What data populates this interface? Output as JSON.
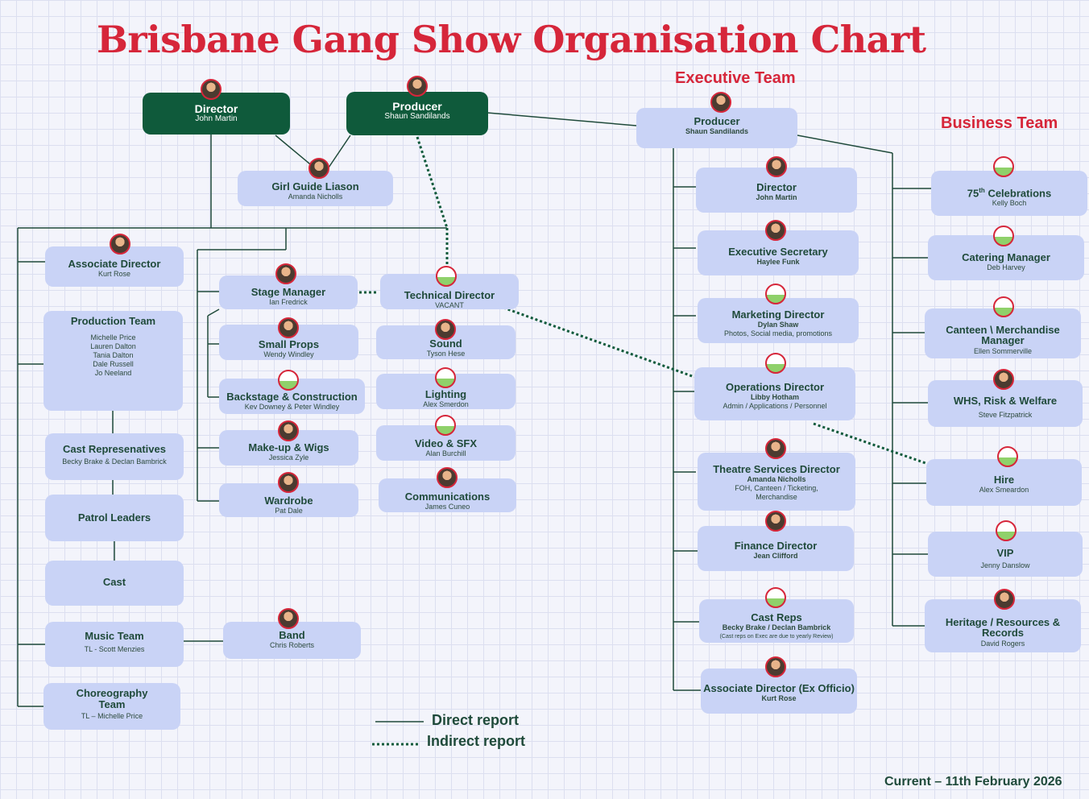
{
  "title": "Brisbane Gang Show Organisation Chart",
  "executive_heading": "Executive Team",
  "business_heading": "Business Team",
  "legend": {
    "direct": "Direct report",
    "indirect": "Indirect report"
  },
  "footer": "Current – 11th February 2026",
  "top": {
    "director": {
      "title": "Director",
      "name": "John Martin"
    },
    "producer": {
      "title": "Producer",
      "name": "Shaun Sandilands"
    },
    "girl_guide": {
      "title": "Girl Guide Liason",
      "name": "Amanda Nicholls"
    }
  },
  "left": {
    "associate_director": {
      "title": "Associate Director",
      "name": "Kurt Rose"
    },
    "production_team": {
      "title": "Production Team",
      "members": [
        "Michelle Price",
        "Lauren Dalton",
        "Tania Dalton",
        "Dale Russell",
        "Jo Neeland"
      ]
    },
    "cast_reps": {
      "title": "Cast Represenatives",
      "name": "Becky Brake & Declan Bambrick"
    },
    "patrol_leaders": {
      "title": "Patrol Leaders"
    },
    "cast": {
      "title": "Cast"
    },
    "music_team": {
      "title": "Music Team",
      "name": "TL - Scott Menzies"
    },
    "choreography": {
      "title": "Choreography Team",
      "name": "TL – Michelle Price"
    },
    "band": {
      "title": "Band",
      "name": "Chris Roberts"
    }
  },
  "stage": {
    "stage_manager": {
      "title": "Stage Manager",
      "name": "Ian Fredrick"
    },
    "small_props": {
      "title": "Small Props",
      "name": "Wendy Windley"
    },
    "backstage": {
      "title": "Backstage & Construction",
      "name": "Kev Downey & Peter Windley"
    },
    "makeup": {
      "title": "Make-up & Wigs",
      "name": "Jessica Zyle"
    },
    "wardrobe": {
      "title": "Wardrobe",
      "name": "Pat Dale"
    }
  },
  "tech": {
    "technical_director": {
      "title": "Technical Director",
      "name": "VACANT"
    },
    "sound": {
      "title": "Sound",
      "name": "Tyson Hese"
    },
    "lighting": {
      "title": "Lighting",
      "name": "Alex Smerdon"
    },
    "video": {
      "title": "Video & SFX",
      "name": "Alan Burchill"
    },
    "communications": {
      "title": "Communications",
      "name": "James Cuneo"
    }
  },
  "exec": {
    "producer": {
      "title": "Producer",
      "name": "Shaun Sandilands"
    },
    "director": {
      "title": "Director",
      "name": "John Martin"
    },
    "exec_secretary": {
      "title": "Executive Secretary",
      "name": "Haylee Funk"
    },
    "marketing": {
      "title": "Marketing Director",
      "name": "Dylan Shaw",
      "detail": "Photos, Social media, promotions"
    },
    "operations": {
      "title": "Operations Director",
      "name": "Libby Hotham",
      "detail": "Admin / Applications / Personnel"
    },
    "theatre": {
      "title": "Theatre Services Director",
      "name": "Amanda Nicholls",
      "detail": "FOH, Canteen / Ticketing, Merchandise"
    },
    "finance": {
      "title": "Finance Director",
      "name": "Jean Clifford"
    },
    "cast_reps": {
      "title": "Cast Reps",
      "name": "Becky Brake / Declan Bambrick",
      "detail": "(Cast reps on Exec are due to yearly Review)"
    },
    "assoc": {
      "title": "Associate Director (Ex Officio)",
      "name": "Kurt Rose"
    }
  },
  "business": {
    "celebrations": {
      "title_prefix": "75",
      "title_sup": "th",
      "title_suffix": " Celebrations",
      "name": "Kelly Boch"
    },
    "catering": {
      "title": "Catering Manager",
      "name": "Deb Harvey"
    },
    "canteen": {
      "title": "Canteen \\ Merchandise Manager",
      "name": "Ellen Sommerville"
    },
    "whs": {
      "title": "WHS, Risk & Welfare",
      "name": "Steve Fitzpatrick"
    },
    "hire": {
      "title": "Hire",
      "name": "Alex Smeardon"
    },
    "vip": {
      "title": "VIP",
      "name": "Jenny Danslow"
    },
    "heritage": {
      "title": "Heritage / Resources  & Records",
      "name": "David Rogers"
    }
  },
  "colors": {
    "title_red": "#d6263a",
    "dark_green": "#0f5a3b",
    "box_blue": "#c9d3f6",
    "line": "#1f4a3a"
  }
}
